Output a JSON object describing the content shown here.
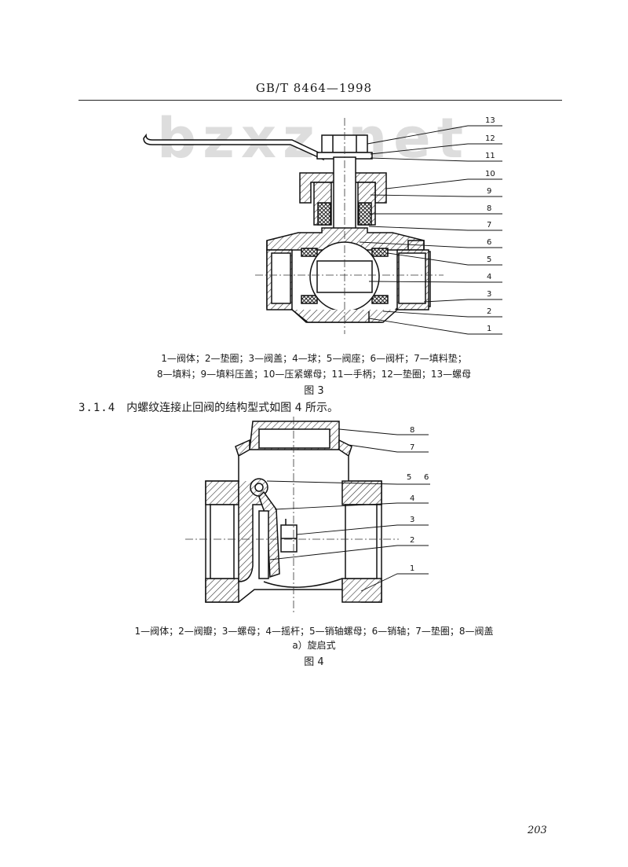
{
  "header": {
    "standard": "GB/T 8464—1998"
  },
  "watermark": {
    "text": "bzxz.net"
  },
  "figure3": {
    "callouts": [
      "13",
      "12",
      "11",
      "10",
      "9",
      "8",
      "7",
      "6",
      "5",
      "4",
      "3",
      "2",
      "1"
    ],
    "legend_line1": "1—阀体；2—垫圈；3—阀盖；4—球；5—阀座；6—阀杆；7—填料垫；",
    "legend_line2": "8—填料；9—填料压盖；10—压紧螺母；11—手柄；12—垫圈；13—螺母",
    "label": "图 3"
  },
  "section": {
    "number": "3.1.4",
    "text": "内螺纹连接止回阀的结构型式如图 4 所示。"
  },
  "figure4": {
    "callouts": [
      "8",
      "7",
      "5",
      "6",
      "4",
      "3",
      "2",
      "1"
    ],
    "legend": "1—阀体；2—阀瓣；3—螺母；4—摇杆；5—销轴螺母；6—销轴；7—垫圈；8—阀盖",
    "sublabel": "a）旋启式",
    "label": "图 4"
  },
  "footer": {
    "page_number": "203"
  }
}
